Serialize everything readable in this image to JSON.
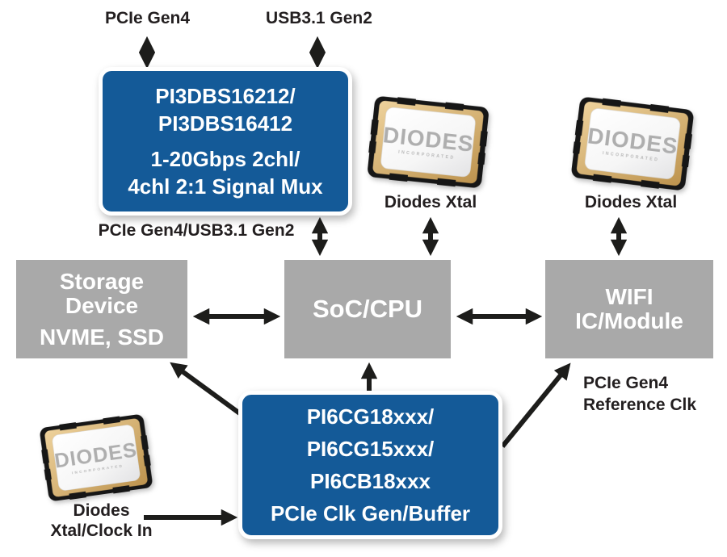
{
  "colors": {
    "box_blue": "#145a98",
    "box_gray": "#a9a9a9",
    "arrow_black": "#1d1d1b",
    "label_text": "#231f20",
    "xtal_logo_gray": "#aeaeae",
    "xtal_gold": "#c99f5c"
  },
  "labels": {
    "pcie_gen4_top": "PCIe Gen4",
    "usb31_gen2_top": "USB3.1 Gen2",
    "pcie_usb_below_mux": "PCIe Gen4/USB3.1 Gen2",
    "xtal_caption_left": "Diodes Xtal",
    "xtal_caption_right": "Diodes Xtal",
    "pcie_ref_line1": "PCIe Gen4",
    "pcie_ref_line2": "Reference Clk",
    "xtal_clockin_line1": "Diodes",
    "xtal_clockin_line2": "Xtal/Clock In"
  },
  "boxes": {
    "signal_mux": {
      "lines": [
        "PI3DBS16212/",
        "PI3DBS16412",
        "1-20Gbps 2chl/",
        "4chl 2:1 Signal Mux"
      ]
    },
    "storage": {
      "lines": [
        "Storage",
        "Device",
        "NVME, SSD"
      ]
    },
    "soc": {
      "label": "SoC/CPU"
    },
    "wifi": {
      "lines": [
        "WIFI",
        "IC/Module"
      ]
    },
    "clk_gen": {
      "lines": [
        "PI6CG18xxx/",
        "PI6CG15xxx/",
        "PI6CB18xxx",
        "PCIe Clk Gen/Buffer"
      ]
    }
  },
  "xtal": {
    "logo": "DIODES",
    "logo_sub": "INCORPORATED"
  }
}
